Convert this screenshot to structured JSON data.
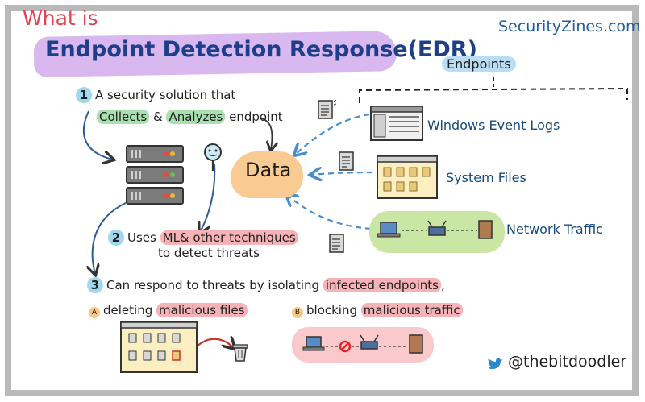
{
  "title": {
    "prefix": "What is",
    "main": "Endpoint Detection Response(EDR)"
  },
  "brand": "SecurityZines.com",
  "twitter_handle": "@thebitdoodler",
  "center_label": "Data",
  "endpoints": {
    "header": "Endpoints",
    "items": [
      "Windows Event Logs",
      "System Files",
      "Network Traffic"
    ]
  },
  "points": {
    "p1": {
      "number": "1",
      "line1": "A security solution that",
      "collects": "Collects",
      "amp": "&",
      "analyzes": "Analyzes",
      "endpoint": "endpoint"
    },
    "p2": {
      "number": "2",
      "uses": "Uses",
      "ml": "ML& other techniques",
      "line2": "to detect threats"
    },
    "p3": {
      "number": "3",
      "lead": "Can respond to threats by isolating",
      "infected": "infected endpoints",
      "comma": ","
    },
    "a": {
      "letter": "A",
      "lead": "deleting",
      "target": "malicious files"
    },
    "b": {
      "letter": "B",
      "lead": "blocking",
      "target": "malicious traffic"
    }
  },
  "colors": {
    "title_purple": "#d9b7ef",
    "title_text": "#1d3f8a",
    "prefix_red": "#e0454f",
    "data_orange": "#f9cb92",
    "highlight_green": "#a8e0b0",
    "highlight_pink": "#f5b3b8",
    "highlight_blue": "#b9ddf2",
    "arrow_blue": "#4a8fc9",
    "file_yellow": "#fbefc1",
    "network_green": "#c9e6a5"
  }
}
